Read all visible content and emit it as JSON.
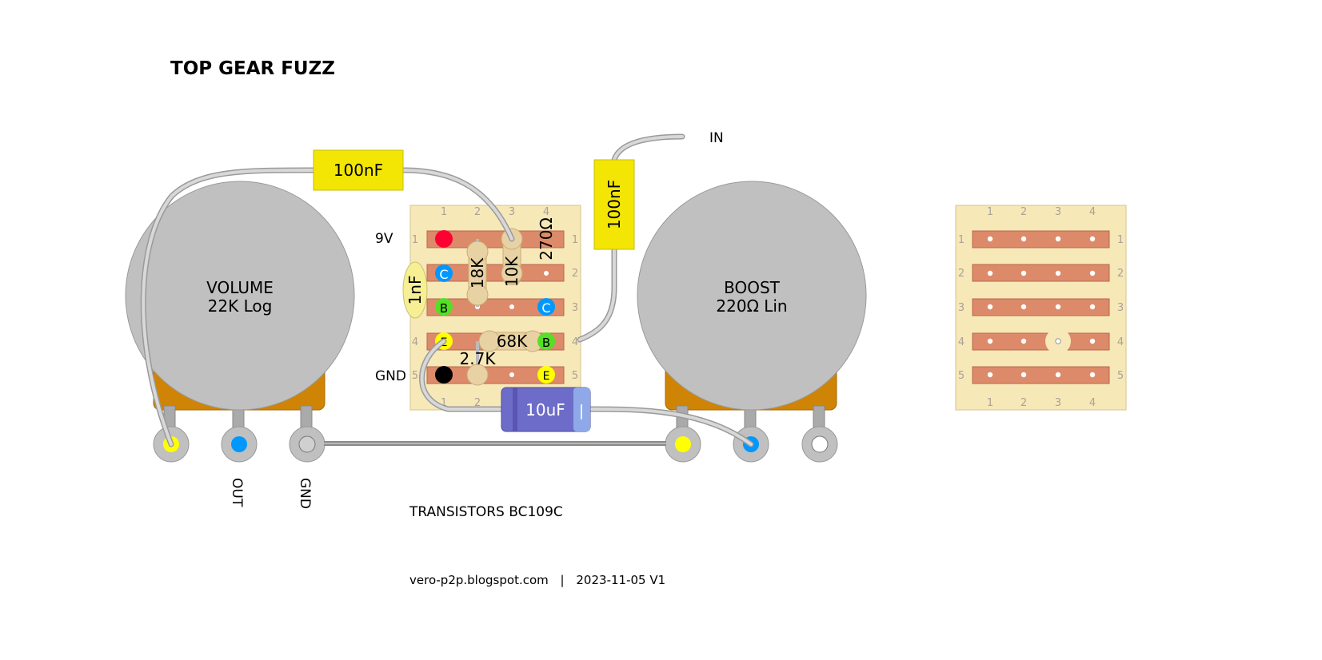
{
  "title": "TOP GEAR FUZZ",
  "footer": {
    "site": "vero-p2p.blogspot.com",
    "separator": "|",
    "date_version": "2023-11-05 V1"
  },
  "transistor_note": "TRANSISTORS BC109C",
  "pots": {
    "volume": {
      "name": "VOLUME",
      "value": "22K Log"
    },
    "boost": {
      "name": "BOOST",
      "value": "220Ω Lin"
    }
  },
  "jack_labels": {
    "out": "OUT",
    "gnd": "GND"
  },
  "power_labels": {
    "v9": "9V",
    "gnd": "GND"
  },
  "input_label": "IN",
  "components": {
    "cap_100nf_top": "100nF",
    "cap_100nf_vertical": "100nF",
    "cap_1nf": "1nF",
    "res_18k": "18K",
    "res_10k": "10K",
    "res_270": "270Ω",
    "res_68k": "68K",
    "res_2_7k": "2.7K",
    "cap_10uf": "10uF",
    "cap_10uf_polarity": "|"
  },
  "pins": {
    "collector": "C",
    "base": "B",
    "emitter": "E"
  },
  "board": {
    "columns": [
      "1",
      "2",
      "3",
      "4"
    ],
    "rows": [
      "1",
      "2",
      "3",
      "4",
      "5"
    ]
  },
  "colors": {
    "board": "#f7e8b8",
    "strip": "#dd8a6a",
    "pot_body": "#c0c0c0",
    "pot_bracket": "#cf8405",
    "cap_film": "#f3e604",
    "electrolytic": "#6e6cc9",
    "resistor": "#e8d2a4",
    "pad_yellow": "#ffff00",
    "pad_blue": "#0098ff",
    "pad_green": "#55e025",
    "pad_red": "#ff0033",
    "pad_black": "#000000"
  }
}
